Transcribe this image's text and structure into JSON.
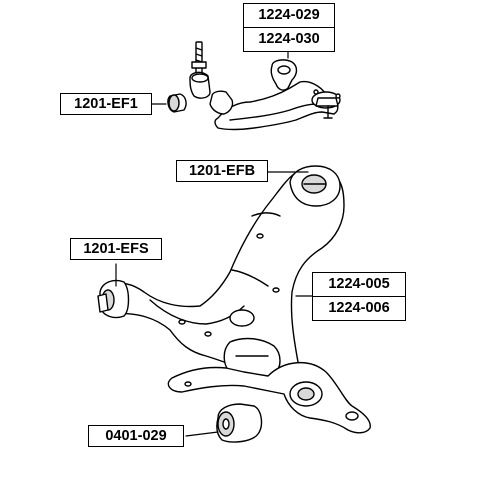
{
  "diagram": {
    "parts": [
      {
        "id": "upper_arm_pair",
        "codes": [
          "1224-029",
          "1224-030"
        ]
      },
      {
        "id": "upper_bushing",
        "codes": [
          "1201-EF1"
        ]
      },
      {
        "id": "rear_bushing",
        "codes": [
          "1201-EFB"
        ]
      },
      {
        "id": "front_bushing",
        "codes": [
          "1201-EFS"
        ]
      },
      {
        "id": "lower_arm_pair",
        "codes": [
          "1224-005",
          "1224-006"
        ]
      },
      {
        "id": "ball_joint_bushing",
        "codes": [
          "0401-029"
        ]
      }
    ],
    "colors": {
      "line": "#000000",
      "fill": "#ffffff",
      "shade": "#d9d9d9"
    }
  }
}
